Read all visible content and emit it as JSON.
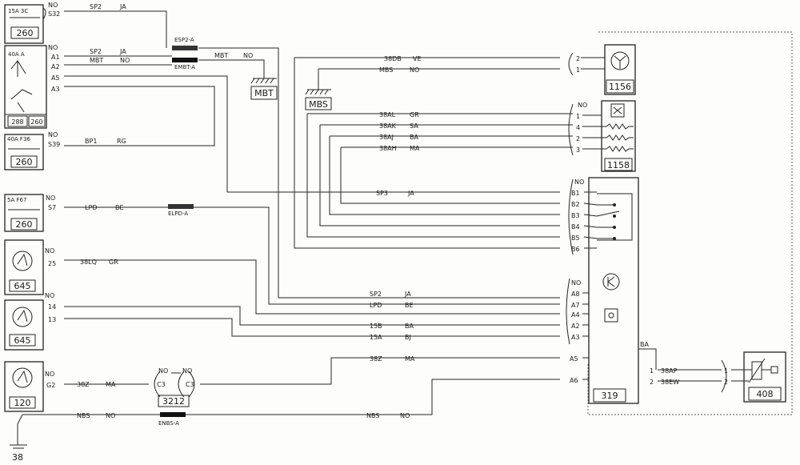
{
  "components": {
    "c260a": {
      "id": "260",
      "ref": "15A  3C"
    },
    "c260b": {
      "id": "260",
      "ref": "40A  A"
    },
    "c288": {
      "id": "288"
    },
    "c260c": {
      "id": "260",
      "ref": "40A  F36"
    },
    "c260d": {
      "id": "260",
      "ref": "5A  F67"
    },
    "c645": {
      "id": "645"
    },
    "c645b": {
      "id": "645"
    },
    "c120": {
      "id": "120"
    },
    "c1156": {
      "id": "1156"
    },
    "c1158": {
      "id": "1158"
    },
    "c319": {
      "id": "319"
    },
    "c408": {
      "id": "408"
    },
    "c3212": {
      "id": "3212"
    },
    "mbt": {
      "id": "MBT"
    },
    "mbs": {
      "id": "MBS"
    },
    "g38": {
      "id": "38"
    }
  },
  "splices": {
    "esp2": "ESP2-A",
    "embt": "EMBT-A",
    "elpd": "ELPD-A",
    "enbs": "ENBS-A"
  },
  "pins": {
    "c260a": [
      "NO",
      "S32"
    ],
    "c260b": [
      "NO",
      "A1",
      "A2",
      "A5",
      "A3"
    ],
    "c260c": [
      "NO",
      "S39"
    ],
    "c260d": [
      "NO",
      "S7"
    ],
    "c645": [
      "NO",
      "25"
    ],
    "c645b": [
      "NO",
      "14",
      "13"
    ],
    "c120": [
      "NO",
      "G2"
    ],
    "c3212_left": [
      "NO",
      "C3"
    ],
    "c3212_right": [
      "NO",
      "C3"
    ],
    "c1156": [
      "2",
      "1"
    ],
    "c1158": [
      "NO",
      "1",
      "4",
      "2",
      "3"
    ],
    "c319_top": [
      "NO",
      "B1",
      "B2",
      "B3",
      "B4",
      "B5",
      "B6"
    ],
    "c319_mid": [
      "NO",
      "A8",
      "A7",
      "A4",
      "A2",
      "A3"
    ],
    "c319_bot": [
      "A5",
      "A6"
    ],
    "c408": [
      "1",
      "2"
    ],
    "c408_side": [
      "1",
      "2"
    ]
  },
  "wires": {
    "sp2_top": {
      "code": "SP2",
      "color": "JA"
    },
    "sp2_a1": {
      "code": "SP2",
      "color": "JA"
    },
    "mbt_a2": {
      "code": "MBT",
      "color": "NO"
    },
    "mbt_r": {
      "code": "MBT",
      "color": "NO"
    },
    "bp1": {
      "code": "BP1",
      "color": "RG"
    },
    "lpd_l": {
      "code": "LPD",
      "color": "BE"
    },
    "w38lq": {
      "code": "38LQ",
      "color": "GR"
    },
    "w38z_l": {
      "code": "38Z",
      "color": "MA"
    },
    "nbs_l": {
      "code": "NBS",
      "color": "NO"
    },
    "w38db": {
      "code": "38DB",
      "color": "VE"
    },
    "mbs": {
      "code": "MBS",
      "color": "NO"
    },
    "w38al": {
      "code": "38AL",
      "color": "GR"
    },
    "w38ak": {
      "code": "38AK",
      "color": "SA"
    },
    "w38aj": {
      "code": "38AJ",
      "color": "BA"
    },
    "w38ah": {
      "code": "38AH",
      "color": "MA"
    },
    "sp3": {
      "code": "SP3",
      "color": "JA"
    },
    "sp2_a8": {
      "code": "SP2",
      "color": "JA"
    },
    "lpd_a7": {
      "code": "LPD",
      "color": "BE"
    },
    "w15b": {
      "code": "15B",
      "color": "BA"
    },
    "w15a": {
      "code": "15A",
      "color": "BJ"
    },
    "w38z_r": {
      "code": "38Z",
      "color": "MA"
    },
    "nbs_r": {
      "code": "NBS",
      "color": "NO"
    },
    "w38ap": {
      "code": "38AP"
    },
    "w38ew": {
      "code": "38EW"
    },
    "ba_right": {
      "color": "BA"
    }
  }
}
